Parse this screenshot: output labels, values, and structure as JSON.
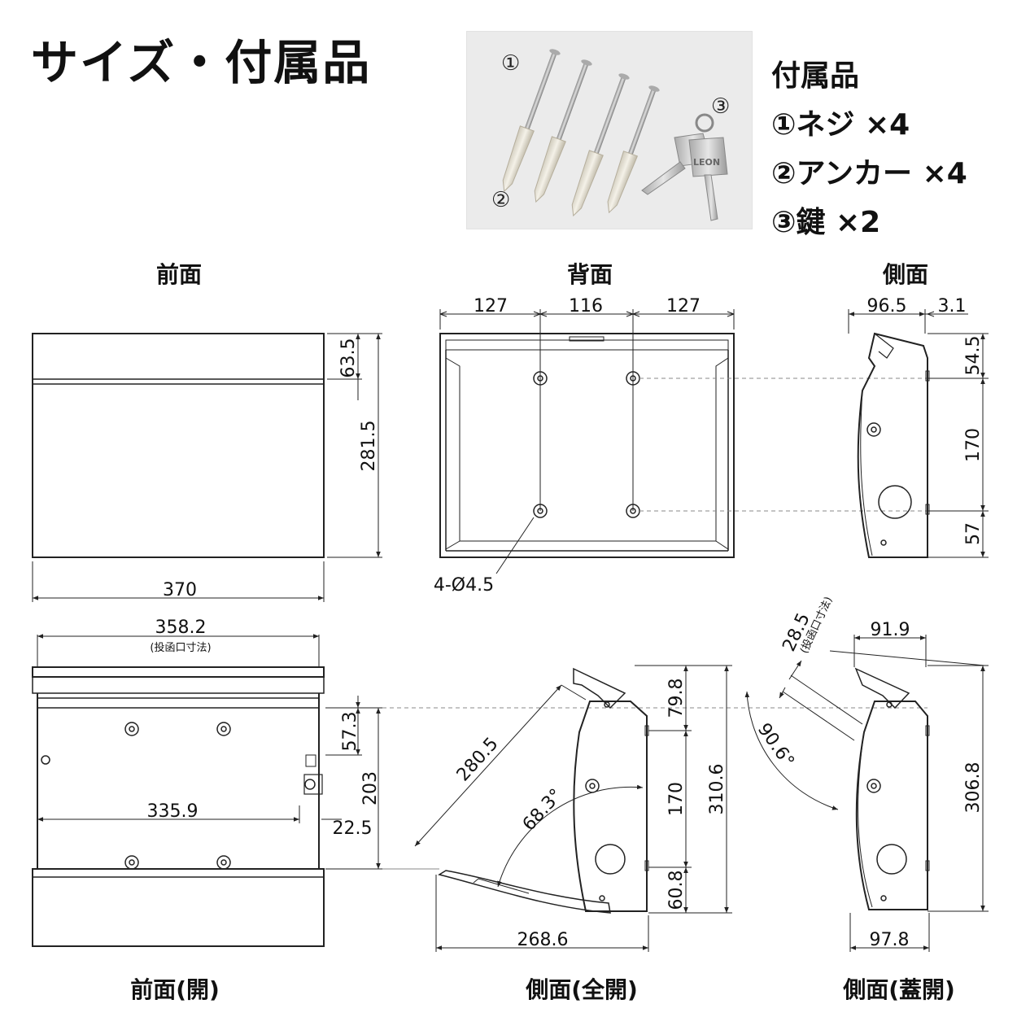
{
  "title": "サイズ・付属品",
  "accessories": {
    "heading": "付属品",
    "items": [
      "①ネジ ×4",
      "②アンカー ×4",
      "③鍵 ×2"
    ],
    "photo_markers": [
      "①",
      "②",
      "③"
    ],
    "key_brand": "LEON"
  },
  "views": {
    "front": {
      "label": "前面",
      "dims": {
        "width": "370",
        "height": "281.5",
        "lid": "63.5"
      }
    },
    "back": {
      "label": "背面",
      "dims": {
        "left": "127",
        "center": "116",
        "right": "127",
        "holes": "4-Ø4.5"
      }
    },
    "side": {
      "label": "側面",
      "dims": {
        "depth": "96.5",
        "offset": "3.1",
        "top": "54.5",
        "middle": "170",
        "bottom": "57"
      }
    },
    "front_open": {
      "label": "前面(開)",
      "dims": {
        "slot_width": "358.2",
        "slot_note": "(投函口寸法)",
        "inner_width": "335.9",
        "top": "57.3",
        "middle": "203",
        "side": "22.5"
      }
    },
    "side_full_open": {
      "label": "側面(全開)",
      "dims": {
        "door": "280.5",
        "angle": "68.3°",
        "top": "79.8",
        "middle": "170",
        "bottom": "60.8",
        "total": "310.6",
        "base": "268.6"
      }
    },
    "side_lid_open": {
      "label": "側面(蓋開)",
      "dims": {
        "slot": "28.5",
        "slot_note": "(投函口寸法)",
        "top": "91.9",
        "angle": "90.6°",
        "total": "306.8",
        "base": "97.8"
      }
    }
  }
}
